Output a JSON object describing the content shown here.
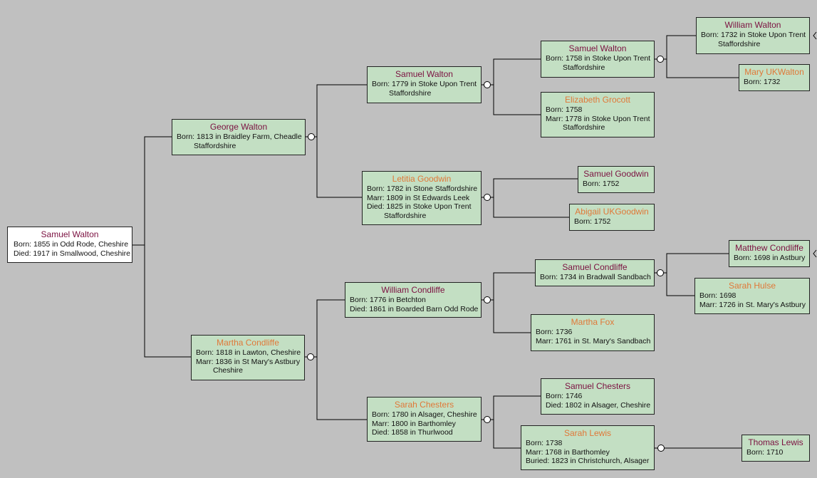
{
  "colors": {
    "background": "#c0c0c0",
    "card_fill": "#c3dfc3",
    "root_fill": "#ffffff",
    "male_name": "#7b1040",
    "female_name": "#e07838",
    "line": "#000000"
  },
  "people": {
    "root": {
      "name": "Samuel Walton",
      "lines": [
        "Born: 1855 in Odd Rode, Cheshire",
        "Died: 1917 in Smallwood, Cheshire"
      ]
    },
    "george_walton": {
      "name": "George Walton",
      "lines": [
        "Born: 1813 in Braidley Farm, Cheadle",
        "Staffordshire"
      ]
    },
    "martha_condliffe": {
      "name": "Martha Condliffe",
      "lines": [
        "Born: 1818 in Lawton, Cheshire",
        "Marr: 1836 in St Mary's Astbury",
        "Cheshire"
      ]
    },
    "samuel_walton_1779": {
      "name": "Samuel Walton",
      "lines": [
        "Born: 1779 in Stoke Upon Trent",
        "Staffordshire"
      ]
    },
    "letitia_goodwin": {
      "name": "Letitia Goodwin",
      "lines": [
        "Born: 1782 in Stone Staffordshire",
        "Marr: 1809 in St Edwards Leek",
        "Died: 1825 in Stoke Upon Trent",
        "Staffordshire"
      ]
    },
    "william_condliffe": {
      "name": "William Condliffe",
      "lines": [
        "Born: 1776 in Betchton",
        "Died: 1861 in Boarded Barn Odd Rode"
      ]
    },
    "sarah_chesters": {
      "name": "Sarah Chesters",
      "lines": [
        "Born: 1780 in Alsager, Cheshire",
        "Marr: 1800 in Barthomley",
        "Died: 1858 in Thurlwood"
      ]
    },
    "samuel_walton_1758": {
      "name": "Samuel Walton",
      "lines": [
        "Born: 1758 in Stoke Upon Trent",
        "Staffordshire"
      ]
    },
    "elizabeth_grocott": {
      "name": "Elizabeth Grocott",
      "lines": [
        "Born: 1758",
        "Marr: 1778 in Stoke Upon Trent",
        "Staffordshire"
      ]
    },
    "samuel_goodwin": {
      "name": "Samuel Goodwin",
      "lines": [
        "Born: 1752"
      ]
    },
    "abigail_ukgoodwin": {
      "name": "Abigail UKGoodwin",
      "lines": [
        "Born: 1752"
      ]
    },
    "samuel_condliffe": {
      "name": "Samuel Condliffe",
      "lines": [
        "Born: 1734 in Bradwall Sandbach"
      ]
    },
    "martha_fox": {
      "name": "Martha Fox",
      "lines": [
        "Born: 1736",
        "Marr: 1761 in St. Mary's Sandbach"
      ]
    },
    "samuel_chesters": {
      "name": "Samuel Chesters",
      "lines": [
        "Born: 1746",
        "Died: 1802 in Alsager, Cheshire"
      ]
    },
    "sarah_lewis": {
      "name": "Sarah Lewis",
      "lines": [
        "Born: 1738",
        "Marr: 1768 in Barthomley",
        "Buried: 1823 in Christchurch, Alsager"
      ]
    },
    "william_walton": {
      "name": "William Walton",
      "lines": [
        "Born: 1732 in Stoke Upon Trent",
        "Staffordshire"
      ]
    },
    "mary_ukwalton": {
      "name": "Mary UKWalton",
      "lines": [
        "Born: 1732"
      ]
    },
    "matthew_condliffe": {
      "name": "Matthew Condliffe",
      "lines": [
        "Born: 1698 in Astbury"
      ]
    },
    "sarah_hulse": {
      "name": "Sarah Hulse",
      "lines": [
        "Born: 1698",
        "Marr: 1726 in St. Mary's Astbury"
      ]
    },
    "thomas_lewis": {
      "name": "Thomas Lewis",
      "lines": [
        "Born: 1710"
      ]
    }
  }
}
